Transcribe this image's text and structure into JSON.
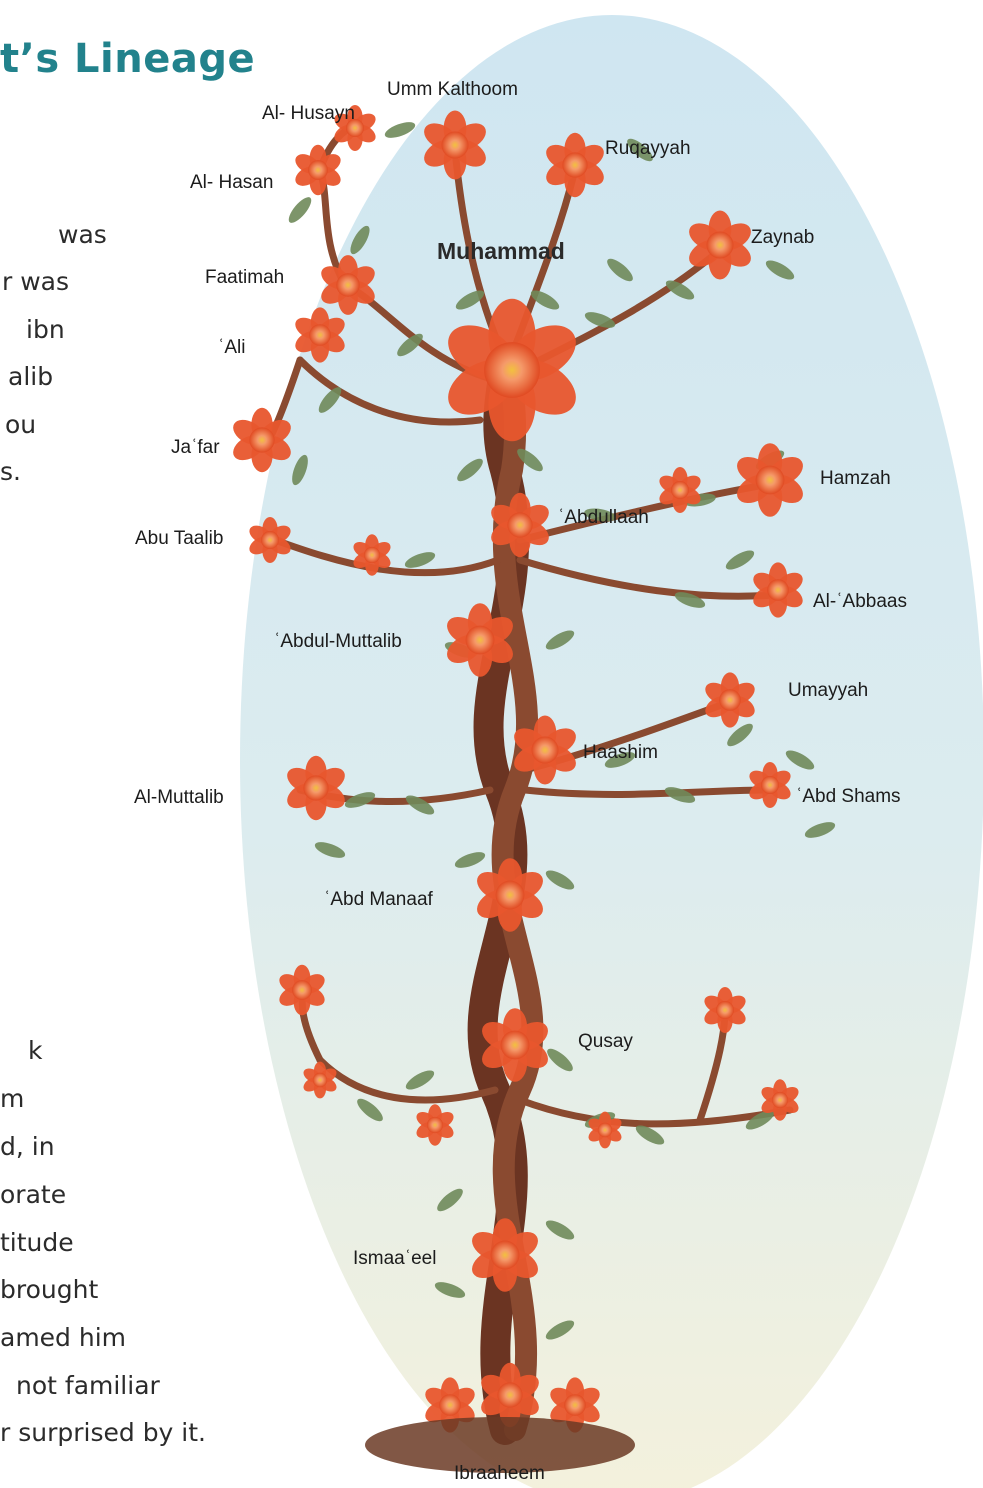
{
  "page": {
    "heading": "t’s Lineage",
    "text_fragments_left": [
      "was",
      "r was",
      "ibn",
      "alib",
      "ou",
      "s."
    ],
    "text_fragments_bottom": [
      "k",
      "m",
      "d, in",
      "orate",
      "titude",
      "brought",
      "amed him",
      "not familiar",
      "r surprised by it."
    ]
  },
  "tree": {
    "root": "Ibraaheem",
    "labels": {
      "umm_kalthoom": "Umm Kalthoom",
      "al_husayn": "Al- Husayn",
      "ruqayyah": "Ruqayyah",
      "al_hasan": "Al- Hasan",
      "zaynab": "Zaynab",
      "muhammad": "Muhammad",
      "faatimah": "Faatimah",
      "ali": "ʿAli",
      "jafar": "Jaʿfar",
      "hamzah": "Hamzah",
      "abdullaah": "ʿAbdullaah",
      "abu_taalib": "Abu Taalib",
      "al_abbaas": "Al-ʿAbbaas",
      "abdul_muttalib": "ʿAbdul-Muttalib",
      "umayyah": "Umayyah",
      "haashim": "Haashim",
      "al_muttalib": "Al-Muttalib",
      "abd_shams": "ʿAbd Shams",
      "abd_manaaf": "ʿAbd Manaaf",
      "qusay": "Qusay",
      "ismaaeel": "Ismaaʿeel",
      "ibraaheem": "Ibraaheem"
    },
    "colors": {
      "sky_top": "#cfe6f1",
      "sky_bottom": "#f4f1dc",
      "trunk": "#6b3422",
      "trunk_light": "#8a4a30",
      "leaf": "#6f8a5a",
      "flower": "#e8562d",
      "flower_light": "#f59a6a",
      "flower_center": "#f2c13e",
      "heading": "#22828c"
    }
  }
}
